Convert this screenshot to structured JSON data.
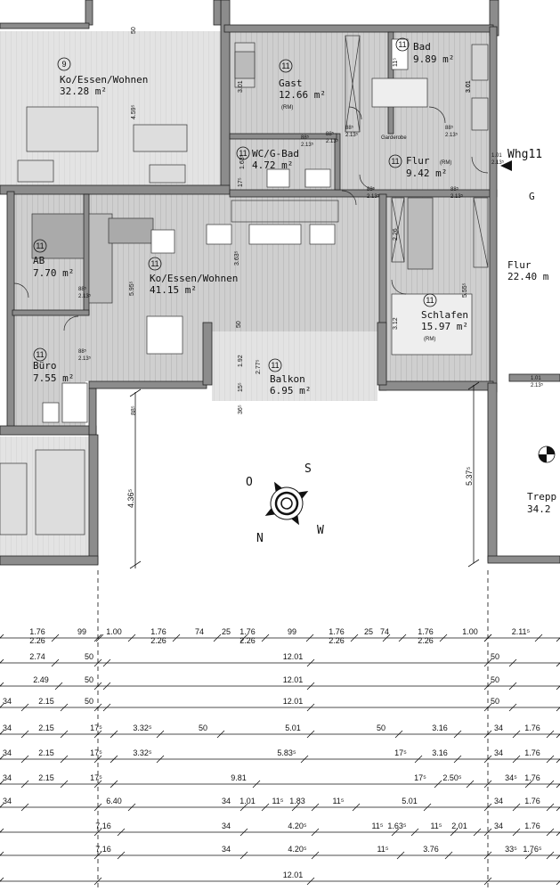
{
  "colors": {
    "floor": "#c9c9c9",
    "floor_light": "#e6e6e6",
    "wall": "#8a8a8a",
    "line": "#111111"
  },
  "rooms": [
    {
      "id": "ko-essen-wohnen-9",
      "num": "9",
      "name": "Ko/Essen/Wohnen",
      "area": "32.28 m²"
    },
    {
      "id": "gast",
      "num": "11",
      "name": "Gast",
      "area": "12.66 m²",
      "note": "(RM)"
    },
    {
      "id": "bad",
      "num": "11",
      "name": "Bad",
      "area": "9.89 m²"
    },
    {
      "id": "wc",
      "num": "11",
      "name": "WC/G-Bad",
      "area": "4.72 m²"
    },
    {
      "id": "flur",
      "num": "11",
      "name": "Flur",
      "area": "9.42 m²",
      "note": "(RM)"
    },
    {
      "id": "ab",
      "num": "11",
      "name": "AB",
      "area": "7.70 m²"
    },
    {
      "id": "ko-essen-wohnen-11",
      "num": "11",
      "name": "Ko/Essen/Wohnen",
      "area": "41.15 m²"
    },
    {
      "id": "schlafen",
      "num": "11",
      "name": "Schlafen",
      "area": "15.97 m²",
      "note": "(RM)"
    },
    {
      "id": "buero",
      "num": "11",
      "name": "Büro",
      "area": "7.55 m²"
    },
    {
      "id": "balkon",
      "num": "11",
      "name": "Balkon",
      "area": "6.95 m²"
    }
  ],
  "right_side": {
    "unit": "Whg11",
    "g_label": "G",
    "flur": "Flur",
    "flur_area": "22.40 m",
    "trep": "Trepp",
    "trep_area": "34.2"
  },
  "garderobe": "Garderobe",
  "compass": {
    "o": "O",
    "s": "S",
    "n": "N",
    "w": "W"
  },
  "door_labels": [
    {
      "id": "d1",
      "w": "88⁵",
      "h": "2.13⁵"
    },
    {
      "id": "d2",
      "w": "88⁵",
      "h": "2.13⁵"
    },
    {
      "id": "d3",
      "w": "88⁵",
      "h": "2.13⁵"
    },
    {
      "id": "d4",
      "w": "88⁵",
      "h": "2.13⁵"
    },
    {
      "id": "d5",
      "w": "88⁵",
      "h": "2.13⁵"
    },
    {
      "id": "d6",
      "w": "88⁵",
      "h": "2.13⁵"
    },
    {
      "id": "d7",
      "w": "1.01",
      "h": "2.13⁵"
    },
    {
      "id": "d8",
      "w": "1.01",
      "h": "2.13⁵"
    },
    {
      "id": "d9",
      "w": "88⁵",
      "h": "2.13⁵"
    },
    {
      "id": "d10",
      "w": "88⁵",
      "h": "2.13⁵"
    }
  ],
  "vertical_dims": [
    "50",
    "3.01",
    "4.59⁵",
    "3.01",
    "3.63⁵",
    "5.95⁵",
    "50",
    "1.92",
    "2.77⁵",
    "5.55⁵",
    "3.12",
    "2.26",
    "3.01",
    "1.63⁵",
    "4.36⁵",
    "5.37⁵",
    "88⁵",
    "36⁵",
    "15⁵",
    "17⁵",
    "11⁵"
  ],
  "dimension_rows": [
    {
      "labels": [
        "1.76",
        "99",
        "1.00",
        "1.76",
        "74",
        "25",
        "1.76",
        "99",
        "1.76",
        "25",
        "74",
        "1.76",
        "1.00",
        "2.11⁵"
      ]
    },
    {
      "labels": [
        "2.26",
        "2.26",
        "2.26",
        "2.26",
        "2.26"
      ]
    },
    {
      "labels": [
        "2.74",
        "50",
        "12.01",
        "50"
      ]
    },
    {
      "labels": [
        "2.49",
        "50",
        "12.01",
        "50"
      ]
    },
    {
      "labels": [
        "34",
        "2.15",
        "50",
        "12.01",
        "50"
      ]
    },
    {
      "labels": [
        "34",
        "2.15",
        "17⁵",
        "3.32⁵",
        "50",
        "5.01",
        "50",
        "3.16",
        "34",
        "1.76"
      ]
    },
    {
      "labels": [
        "34",
        "2.15",
        "17⁵",
        "3.32⁵",
        "5.83⁵",
        "17⁵",
        "3.16",
        "34",
        "1.76"
      ]
    },
    {
      "labels": [
        "34",
        "2.15",
        "17⁵",
        "9.81",
        "17⁵",
        "2.50⁵",
        "34⁵",
        "1.76"
      ]
    },
    {
      "labels": [
        "34",
        "6.40",
        "34",
        "1.01",
        "11⁵",
        "1.83",
        "11⁵",
        "5.01",
        "34",
        "1.76"
      ]
    },
    {
      "labels": [
        "7.16",
        "34",
        "4.20⁵",
        "11⁵",
        "1.63⁵",
        "11⁵",
        "2.01",
        "34",
        "1.76"
      ]
    },
    {
      "labels": [
        "7.16",
        "34",
        "4.20⁵",
        "11⁵",
        "3.76",
        "33⁵",
        "1.76⁵"
      ]
    },
    {
      "labels": [
        "12.01"
      ]
    }
  ]
}
